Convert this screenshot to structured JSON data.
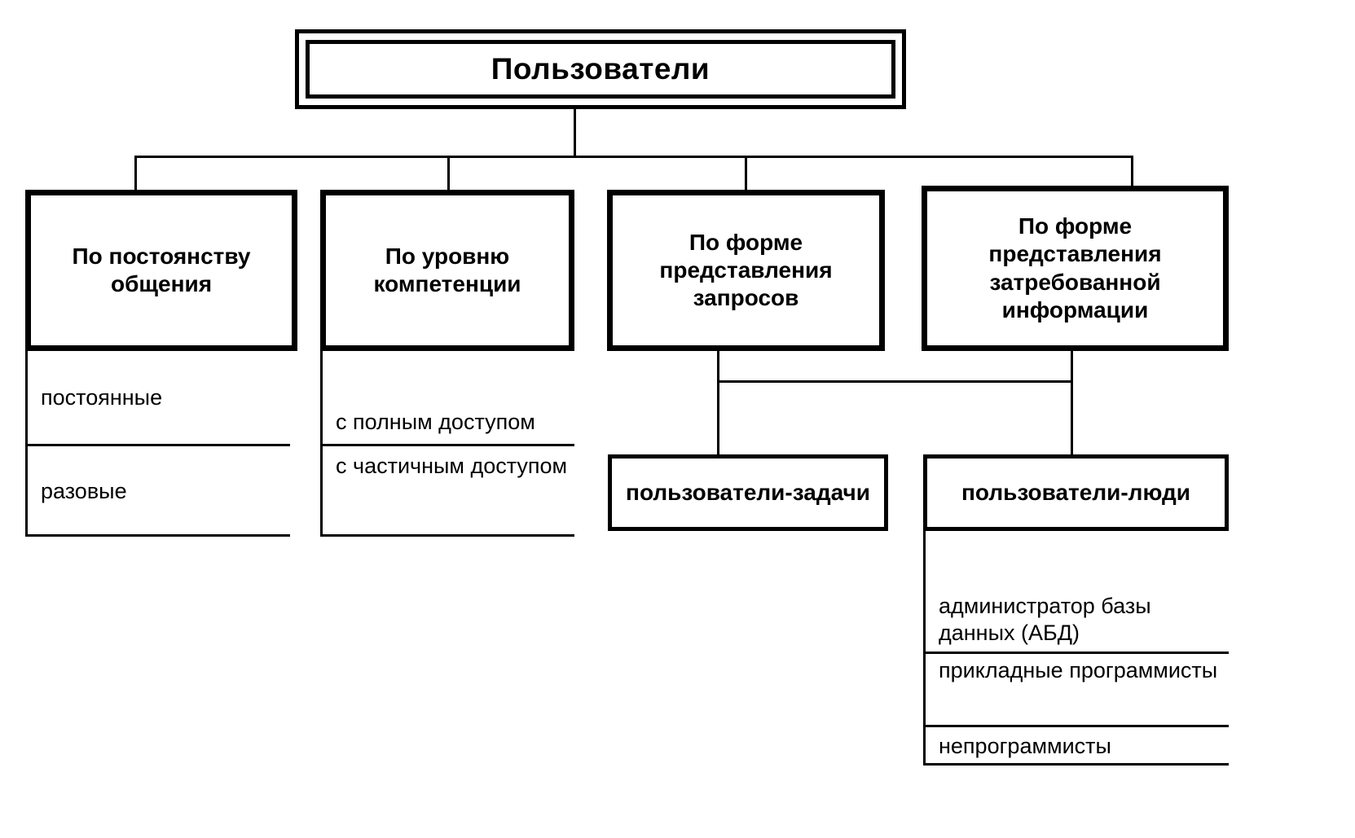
{
  "diagram": {
    "root": {
      "label": "Пользователи"
    },
    "categories": [
      {
        "label": "По постоянству общения",
        "items": [
          "постоянные",
          "разовые"
        ]
      },
      {
        "label": "По уровню компетенции",
        "items": [
          "с полным доступом",
          "с частичным доступом"
        ]
      },
      {
        "label": "По форме представления запросов",
        "items": []
      },
      {
        "label": "По форме представления затребованной информации",
        "items": []
      }
    ],
    "leaves": [
      {
        "label": "пользователи-задачи",
        "items": []
      },
      {
        "label": "пользователи-люди",
        "items": [
          "администратор базы данных (АБД)",
          "прикладные программисты",
          "непрограммисты"
        ]
      }
    ],
    "colors": {
      "ink": "#000000",
      "paper": "#ffffff"
    }
  }
}
